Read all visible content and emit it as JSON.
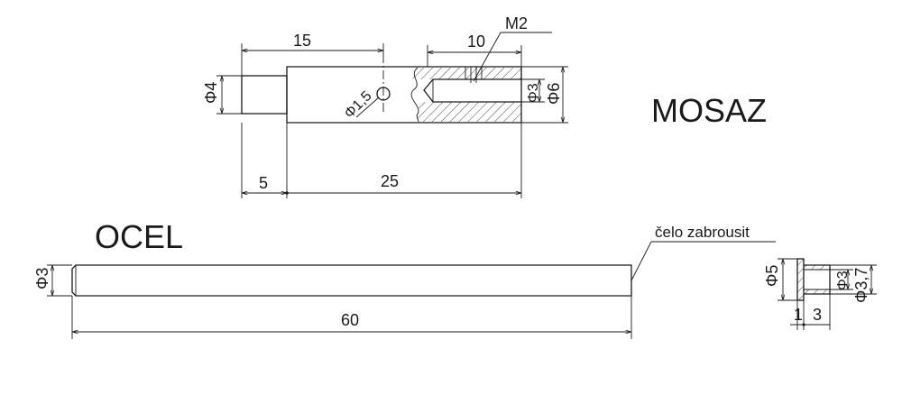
{
  "materials": {
    "top": "MOSAZ",
    "bottom": "OCEL"
  },
  "top_part": {
    "dims": {
      "len15": "15",
      "len10": "10",
      "thread": "M2",
      "dia4": "Φ4",
      "hole": "Φ1,5",
      "bore": "Φ3",
      "outer": "Φ6",
      "len5": "5",
      "len25": "25"
    }
  },
  "shaft": {
    "dims": {
      "dia3": "Φ3",
      "len60": "60"
    },
    "note": "čelo zabrousit"
  },
  "bushing": {
    "dims": {
      "dia5": "Φ5",
      "dia3": "Φ3",
      "dia37": "Φ3,7",
      "len1": "1",
      "len3": "3"
    }
  }
}
